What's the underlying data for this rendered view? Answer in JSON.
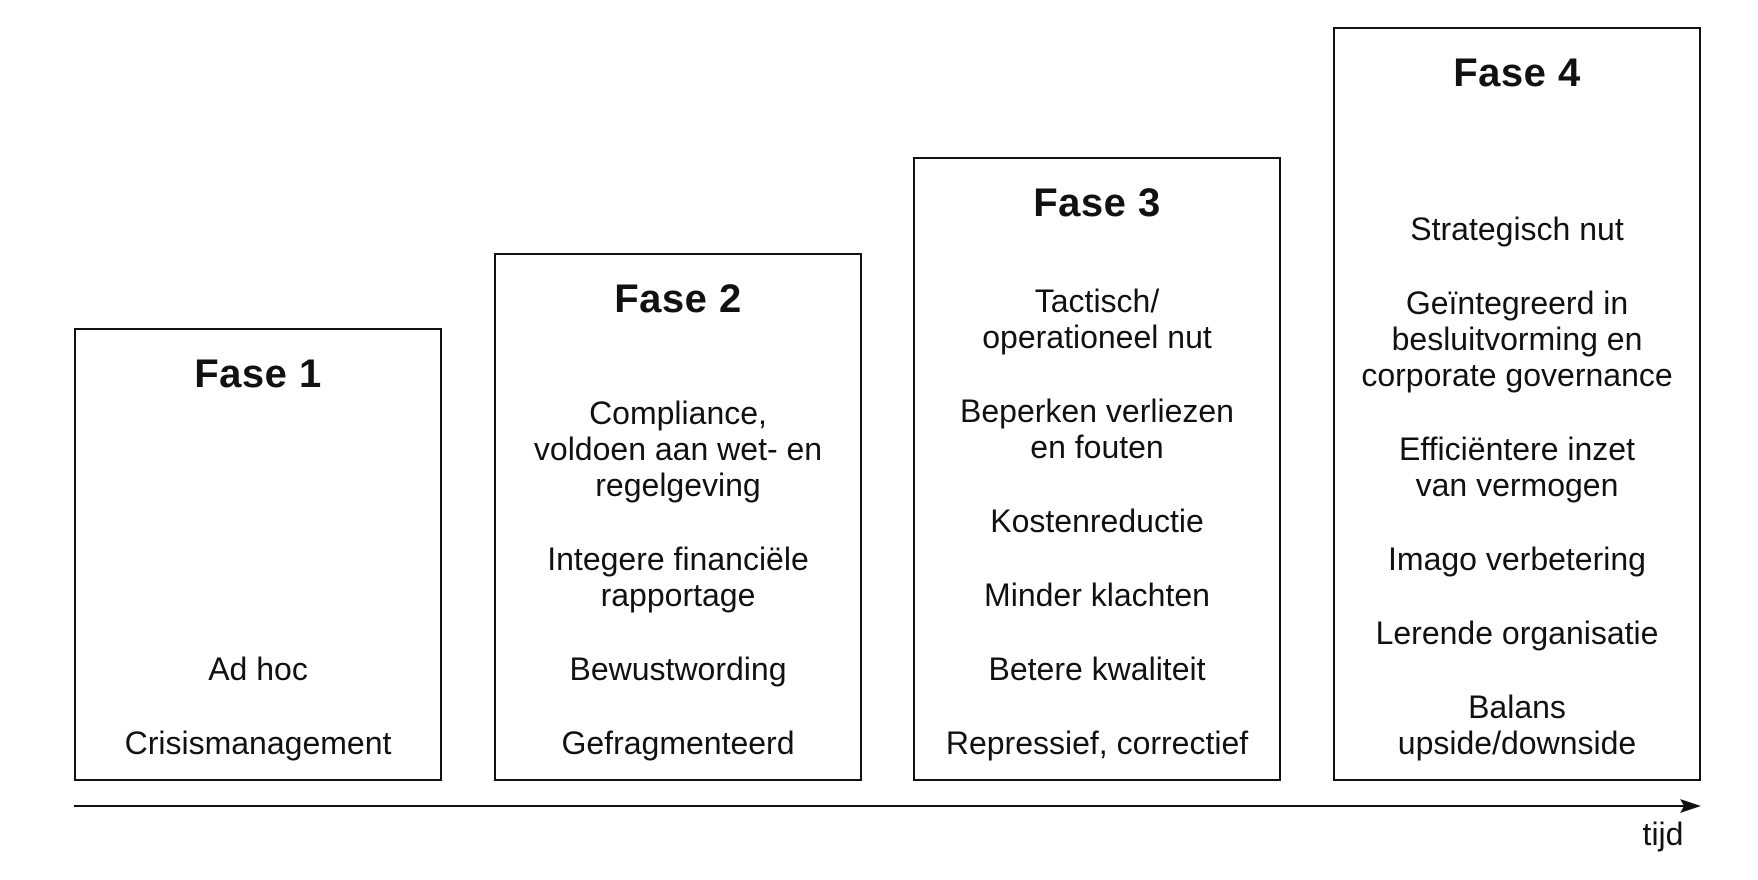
{
  "phases": [
    {
      "title": "Fase 1",
      "items": [
        "Ad hoc",
        "Crisismanagement"
      ]
    },
    {
      "title": "Fase 2",
      "items": [
        "Compliance,\nvoldoen aan wet- en\nregelgeving",
        "Integere financiële\nrapportage",
        "Bewustwording",
        "Gefragmenteerd"
      ]
    },
    {
      "title": "Fase 3",
      "items": [
        "Tactisch/\noperationeel nut",
        "Beperken verliezen\nen fouten",
        "Kostenreductie",
        "Minder klachten",
        "Betere kwaliteit",
        "Repressief, correctief"
      ]
    },
    {
      "title": "Fase 4",
      "items": [
        "Strategisch nut",
        "Geïntegreerd in\nbesluitvorming en\ncorporate governance",
        "Efficiëntere inzet\nvan vermogen",
        "Imago verbetering",
        "Lerende organisatie",
        "Balans\nupside/downside"
      ]
    }
  ],
  "axis": {
    "label": "tijd"
  }
}
